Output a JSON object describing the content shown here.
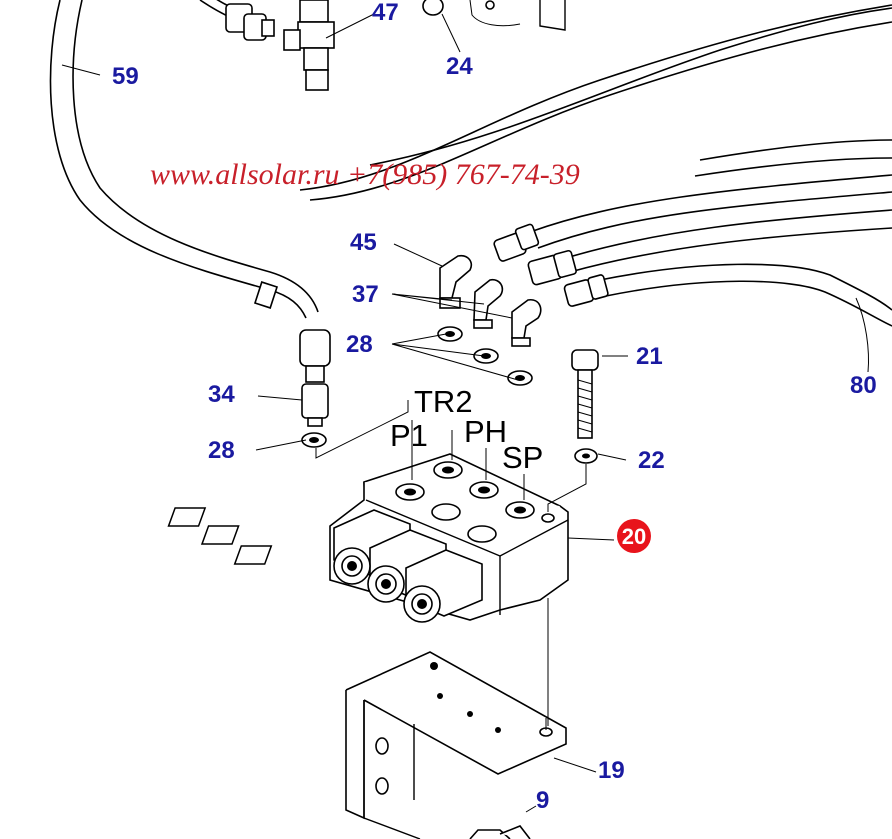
{
  "watermark": "www.allsolar.ru +7(985) 767-74-39",
  "highlight_color": "#e8141c",
  "callout_color": "#1a1aa0",
  "callouts": {
    "c59": "59",
    "c47": "47",
    "c24": "24",
    "c45": "45",
    "c37": "37",
    "c28a": "28",
    "c21": "21",
    "c80": "80",
    "c34": "34",
    "c28b": "28",
    "c22": "22",
    "c20": "20",
    "c19": "19",
    "c9": "9"
  },
  "ports": {
    "tr2": "TR2",
    "p1": "P1",
    "ph": "PH",
    "sp": "SP"
  }
}
